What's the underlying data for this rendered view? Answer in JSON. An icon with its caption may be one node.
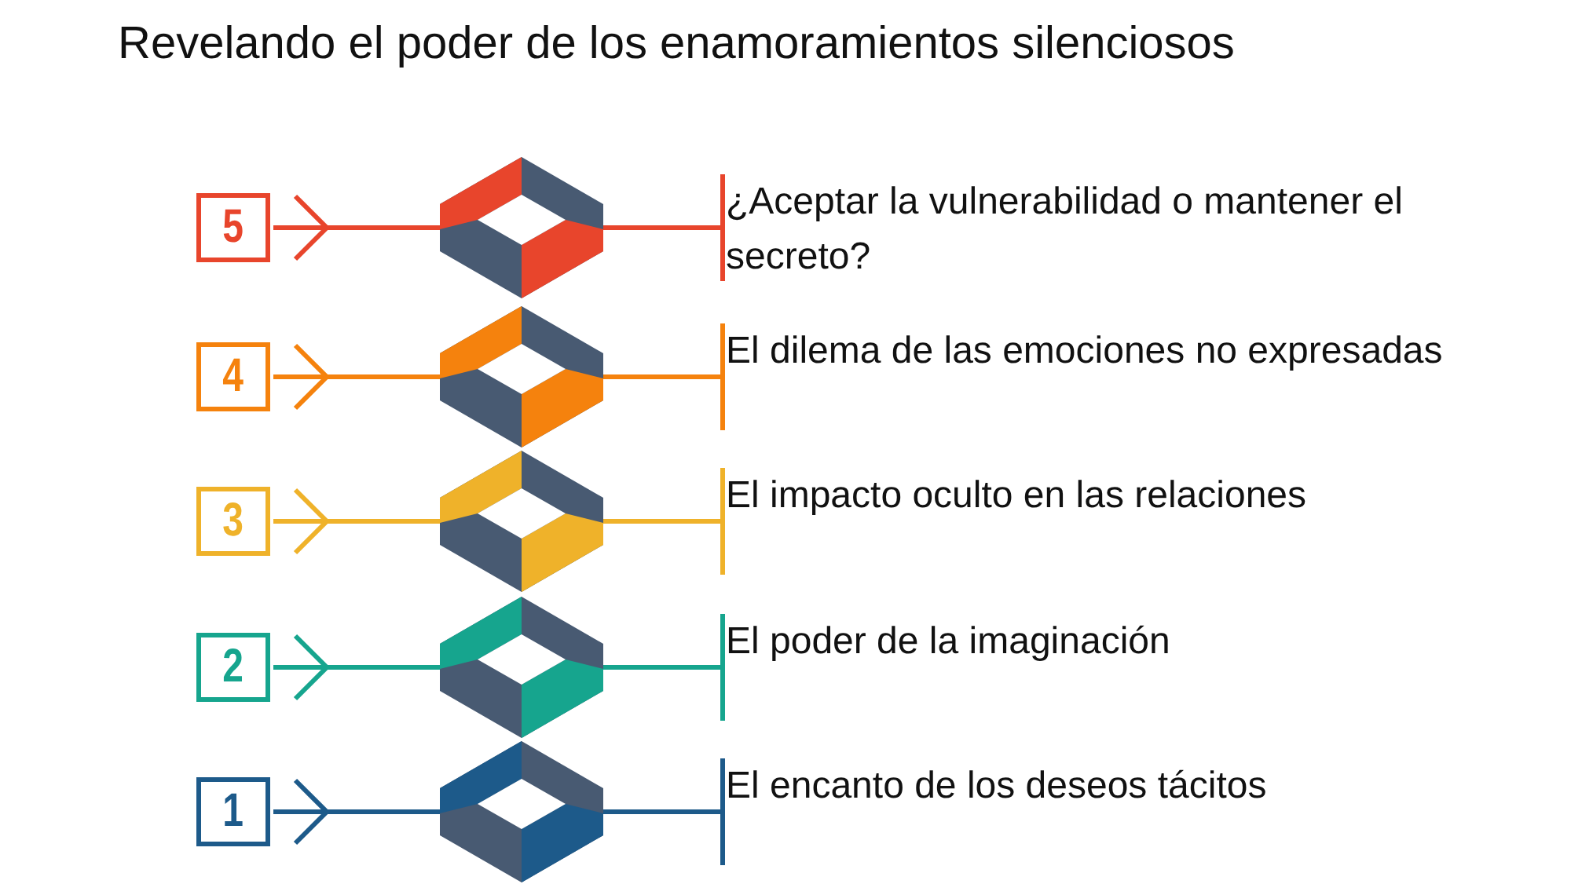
{
  "diagram": {
    "title": "Revelando el poder de los enamoramientos silenciosos",
    "nodes": [
      {
        "text": [
          "5"
        ]
      },
      {
        "text": [],
        "shape": "picture"
      },
      {
        "text": [
          "¿Aceptar la vulnerabilidad o mantener el secreto?"
        ]
      },
      {
        "text": [
          "4"
        ]
      },
      {
        "text": [],
        "shape": "picture"
      },
      {
        "text": [
          "El dilema de las emociones no expresadas"
        ]
      },
      {
        "text": [
          "3"
        ]
      },
      {
        "text": [],
        "shape": "picture"
      },
      {
        "text": [
          "El impacto oculto en las relaciones"
        ]
      },
      {
        "text": [
          "2"
        ]
      },
      {
        "text": [],
        "shape": "picture"
      },
      {
        "text": [
          "El poder de la imaginación"
        ]
      },
      {
        "text": [
          "1"
        ]
      },
      {
        "text": [],
        "shape": "picture"
      },
      {
        "text": [
          "El encanto de los deseos tácitos"
        ]
      }
    ],
    "edges": [
      {
        "from": 0,
        "to": 1,
        "arrow": "to",
        "color": "#e8452c"
      },
      {
        "from": 1,
        "to": 2,
        "arrow": "other",
        "color": "#e8452c"
      },
      {
        "from": 3,
        "to": 4,
        "arrow": "to",
        "color": "#f5820d"
      },
      {
        "from": 4,
        "to": 5,
        "arrow": "other",
        "color": "#f5820d"
      },
      {
        "from": 6,
        "to": 7,
        "arrow": "to",
        "color": "#efb22a"
      },
      {
        "from": 7,
        "to": 8,
        "arrow": "other",
        "color": "#efb22a"
      },
      {
        "from": 9,
        "to": 10,
        "arrow": "to",
        "color": "#16a58e"
      },
      {
        "from": 10,
        "to": 11,
        "arrow": "other",
        "color": "#16a58e"
      },
      {
        "from": 12,
        "to": 13,
        "arrow": "to",
        "color": "#1d5a8a"
      },
      {
        "from": 13,
        "to": 14,
        "arrow": "other",
        "color": "#1d5a8a"
      }
    ]
  }
}
